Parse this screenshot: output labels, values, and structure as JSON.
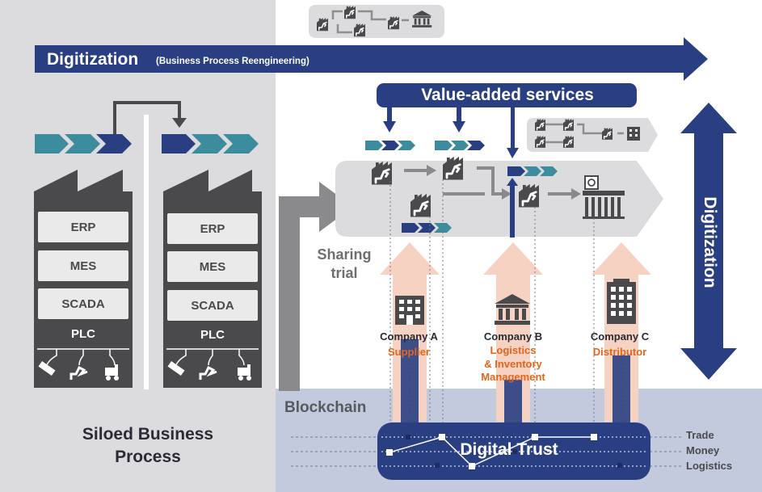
{
  "top_banner": {
    "title": "Digitization",
    "subtitle": "(Business Process Reengineering)",
    "color": "#2a3f82"
  },
  "right_banner": {
    "title": "Digitization",
    "subtitle": "(Business Model Transformation)"
  },
  "value_added": {
    "label": "Value-added services"
  },
  "siloed": {
    "systems": [
      "ERP",
      "MES",
      "SCADA"
    ],
    "plc": "PLC",
    "caption_line1": "Siloed Business",
    "caption_line2": "Process"
  },
  "sharing": {
    "line1": "Sharing",
    "line2": "trial"
  },
  "companies": [
    {
      "name": "Company A",
      "role_line1": "Supplier",
      "role_line2": "",
      "role_line3": ""
    },
    {
      "name": "Company B",
      "role_line1": "Logistics",
      "role_line2": "& Inventory",
      "role_line3": "Management"
    },
    {
      "name": "Company C",
      "role_line1": "Distributor",
      "role_line2": "",
      "role_line3": ""
    }
  ],
  "blockchain": {
    "label": "Blockchain",
    "trust": "Digital Trust"
  },
  "flows": [
    "Trade",
    "Money",
    "Logistics"
  ],
  "colors": {
    "navy": "#2a3f82",
    "teal": "#3d8c9e",
    "orange": "#e0661c",
    "factory": "#4a4a4c",
    "blockchain_bg": "#c3cade",
    "left_panel": "#dcdcdf"
  },
  "icons": {
    "factory": "factory-robot-icon",
    "company_a": "office-building-icon",
    "company_b": "bank-building-icon",
    "company_c": "tower-building-icon",
    "customs": "customs-warehouse-icon"
  }
}
